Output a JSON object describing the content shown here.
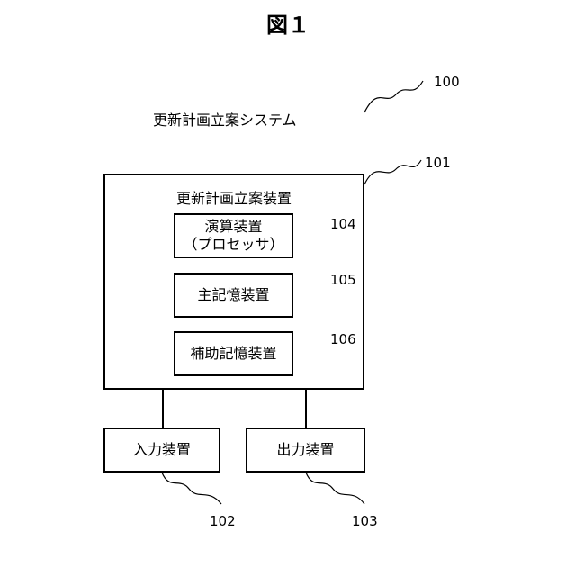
{
  "figure": {
    "title": "図１",
    "system_label": "更新計画立案システム",
    "refs": {
      "system": "100",
      "device": "101",
      "input": "102",
      "output": "103",
      "cpu": "104",
      "memory": "105",
      "aux": "106"
    }
  },
  "device": {
    "label": "更新計画立案装置",
    "cpu_line1": "演算装置",
    "cpu_line2": "（プロセッサ）",
    "memory": "主記憶装置",
    "aux": "補助記憶装置"
  },
  "io": {
    "input": "入力装置",
    "output": "出力装置"
  }
}
